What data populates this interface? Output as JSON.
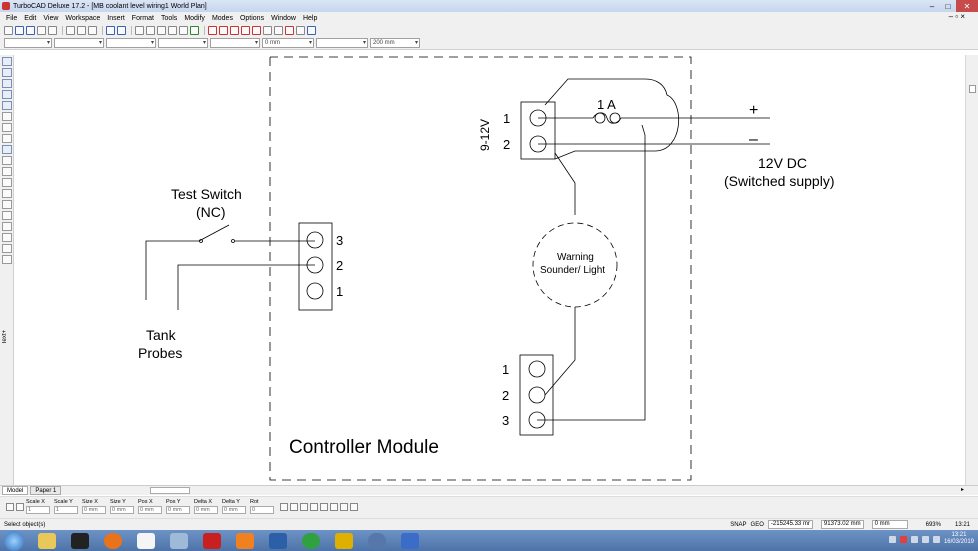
{
  "window": {
    "title": "TurboCAD Deluxe 17.2 - [MB coolant level wiring1 World Plan]",
    "minimize": "–",
    "maximize": "□",
    "close": "✕",
    "mdi_controls": "– ▫ ×"
  },
  "menu": [
    "File",
    "Edit",
    "View",
    "Workspace",
    "Insert",
    "Format",
    "Tools",
    "Modify",
    "Modes",
    "Options",
    "Window",
    "Help"
  ],
  "propbar": {
    "thickness": "0 mm",
    "width": "200 mm"
  },
  "left_toolbar_label": "Text+",
  "drawing": {
    "test_switch_title": "Test Switch",
    "test_switch_sub": "(NC)",
    "tank_probes_1": "Tank",
    "tank_probes_2": "Probes",
    "left_terminal": [
      "3",
      "2",
      "1"
    ],
    "top_terminal": [
      "1",
      "2"
    ],
    "supply_voltage_label": "9-12V",
    "fuse_label": "1 A",
    "plus": "+",
    "minus": "–",
    "supply_title": "12V DC",
    "supply_sub": "(Switched supply)",
    "sounder_1": "Warning",
    "sounder_2": "Sounder/ Light",
    "bottom_terminal": [
      "1",
      "2",
      "3"
    ],
    "module_label": "Controller Module"
  },
  "tabs": [
    "Model",
    "Paper 1"
  ],
  "coords": [
    {
      "label": "Scale X",
      "value": "1"
    },
    {
      "label": "Scale Y",
      "value": "1"
    },
    {
      "label": "Size X",
      "value": "0 mm"
    },
    {
      "label": "Size Y",
      "value": "0 mm"
    },
    {
      "label": "Pos X",
      "value": "0 mm"
    },
    {
      "label": "Pos Y",
      "value": "0 mm"
    },
    {
      "label": "Delta X",
      "value": "0 mm"
    },
    {
      "label": "Delta Y",
      "value": "0 mm"
    },
    {
      "label": "Rot",
      "value": "0"
    }
  ],
  "status": {
    "message": "Select object(s)",
    "snap": "SNAP",
    "geo": "GEO",
    "x": "-215245.33 mr",
    "y": "91373.02 mm",
    "z": "0 mm",
    "zoom": "693%",
    "time": "13:21"
  },
  "taskbar": {
    "time": "13:21",
    "date": "16/03/2019"
  }
}
